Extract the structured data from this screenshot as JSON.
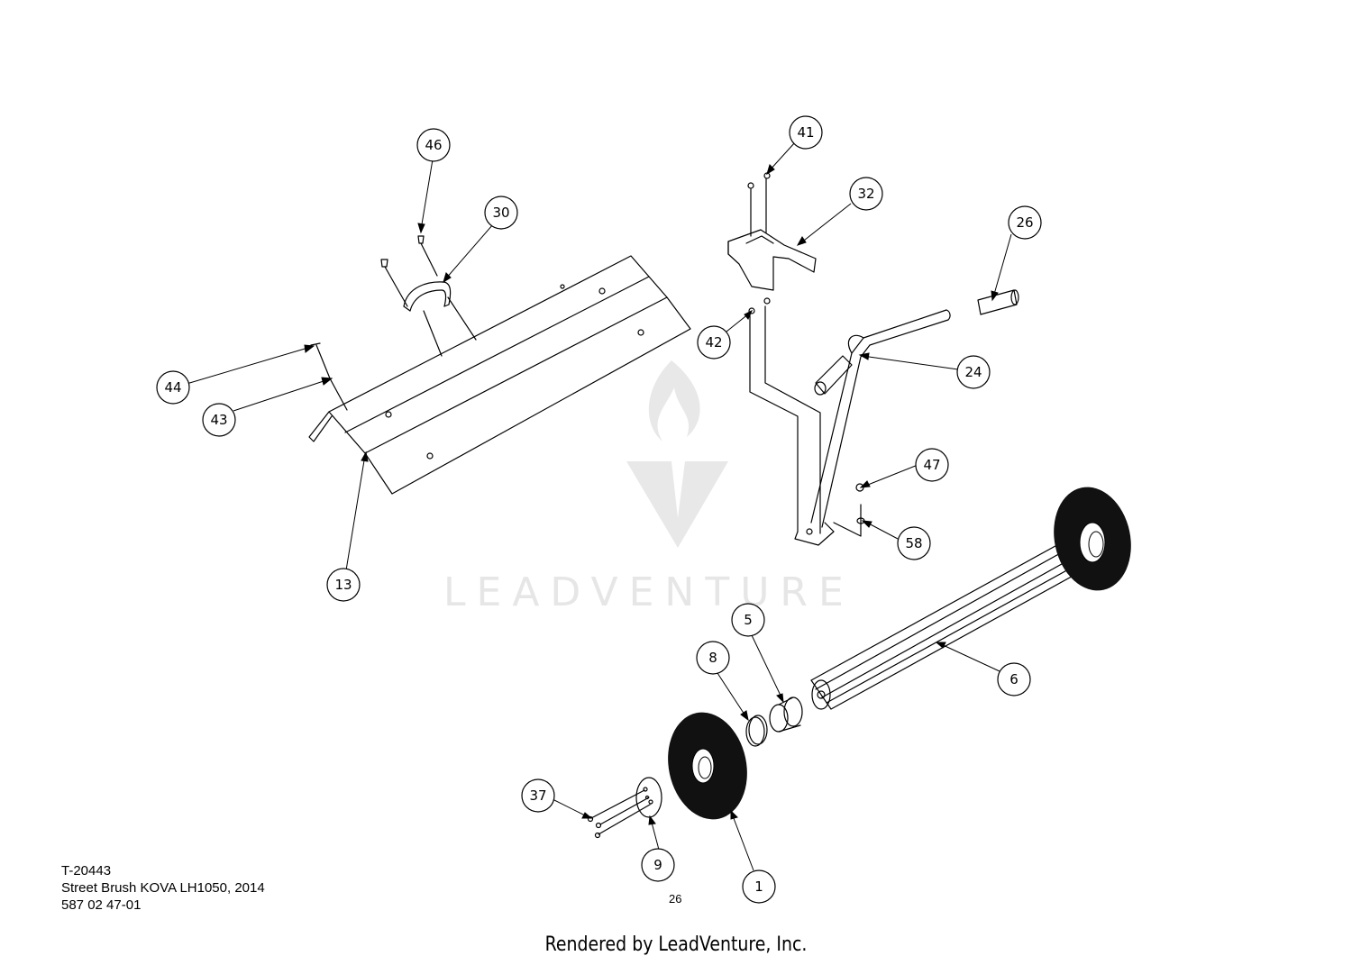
{
  "drawing": {
    "code": "T-20443",
    "product": "Street Brush KOVA LH1050,  2014",
    "part_number": "587 02 47-01",
    "page": "26"
  },
  "footer": "Rendered by LeadVenture, Inc.",
  "watermark": "LEADVENTURE",
  "callouts": {
    "c1": "1",
    "c5": "5",
    "c6": "6",
    "c8": "8",
    "c9": "9",
    "c13": "13",
    "c24": "24",
    "c26": "26",
    "c30": "30",
    "c32": "32",
    "c37": "37",
    "c41": "41",
    "c42": "42",
    "c43": "43",
    "c44": "44",
    "c46": "46",
    "c47": "47",
    "c58": "58"
  }
}
